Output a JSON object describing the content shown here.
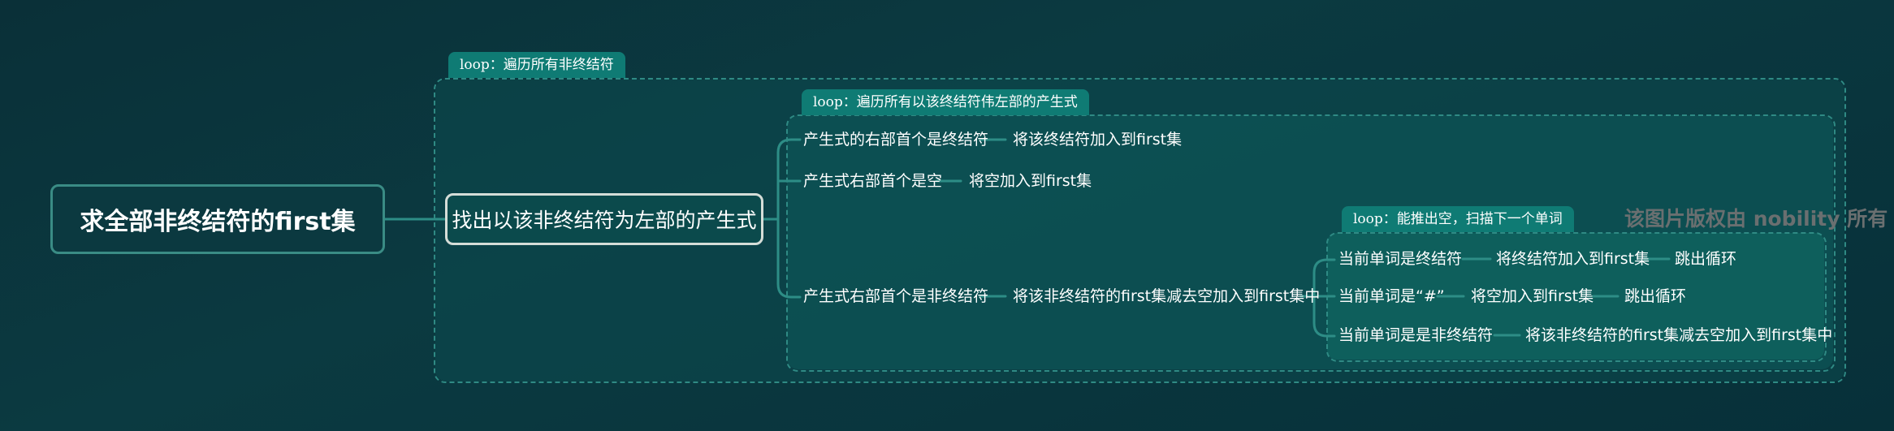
{
  "root": {
    "label": "求全部非终结符的first集"
  },
  "level1": {
    "label": "找出以该非终结符为左部的产生式"
  },
  "loops": {
    "outer": "loop：遍历所有非终结符",
    "middle": "loop：遍历所有以该终结符伟左部的产生式",
    "inner": "loop：能推出空，扫描下一个单词"
  },
  "cases": [
    {
      "condition": "产生式的右部首个是终结符",
      "action": "将该终结符加入到first集"
    },
    {
      "condition": "产生式右部首个是空",
      "action": "将空加入到first集"
    },
    {
      "condition": "产生式右部首个是非终结符",
      "action": "将该非终结符的first集减去空加入到first集中"
    }
  ],
  "inner_cases": [
    {
      "condition": "当前单词是终结符",
      "action": "将终结符加入到first集",
      "result": "跳出循环"
    },
    {
      "condition": "当前单词是“#”",
      "action": "将空加入到first集",
      "result": "跳出循环"
    },
    {
      "condition": "当前单词是是非终结符",
      "action": "将该非终结符的first集减去空加入到first集中"
    }
  ],
  "watermark": "该图片版权由 nobility 所有",
  "colors": {
    "background": "#0b3a41",
    "connector": "#2d8d86",
    "loop_tag": "#0f7b74",
    "loop_fill": "#0d4b4e",
    "inner_fill": "#0f5a5a"
  }
}
